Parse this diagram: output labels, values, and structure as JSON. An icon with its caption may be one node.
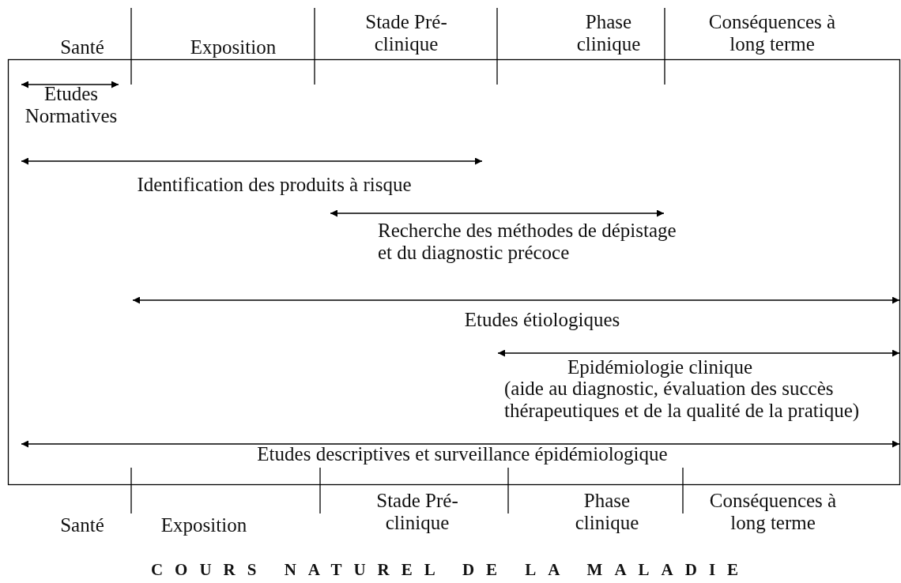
{
  "diagram": {
    "caption": "COURS NATUREL DE LA MALADIE",
    "labels": [
      "Santé",
      "Exposition",
      "Stade Pré-clinique",
      "Phase clinique",
      "Conséquences à long terme",
      "Etudes Normatives",
      "Identification des produits à risque",
      "Recherche des méthodes de dépistage et du diagnostic précoce",
      "Etudes étiologiques",
      "Epidémiologie clinique",
      "(aide au diagnostic, évaluation des succès thérapeutiques et de la qualité de la pratique)",
      "Etudes descriptives et surveillance épidémiologique",
      "Santé",
      "Exposition",
      "Stade Pré-clinique",
      "Phase clinique",
      "Conséquences à long terme"
    ]
  }
}
